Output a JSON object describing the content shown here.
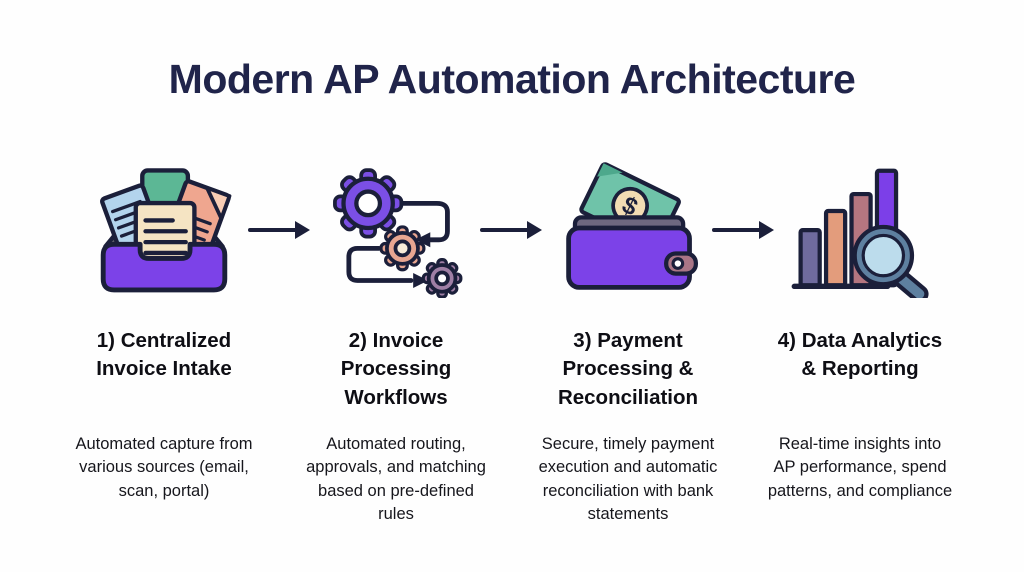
{
  "title": "Modern AP Automation Architecture",
  "colors": {
    "background": "#fefefe",
    "title_navy": "#20244a",
    "outline_navy": "#1b1f3a",
    "accent_purple": "#7c42e8",
    "teal": "#5cb795",
    "money_teal": "#6fc3a9",
    "light_blue": "#b3d4ed",
    "salmon": "#efa68f",
    "cream": "#f5e4c3",
    "mauve": "#9f7fa5",
    "clasp_mauve": "#a97586",
    "slate_bar": "#6f6b9e",
    "rose_bar": "#b57680",
    "magnifier_rim": "#5e80a0",
    "magnifier_lens": "#bcdcec"
  },
  "steps": [
    {
      "icon": "inbox-documents-icon",
      "heading": "1) Centralized\nInvoice Intake",
      "description": "Automated capture from\nvarious sources (email,\nscan, portal)"
    },
    {
      "icon": "workflow-gears-icon",
      "heading": "2) Invoice\nProcessing\nWorkflows",
      "description": "Automated routing,\napprovals, and matching\nbased on pre-defined\nrules"
    },
    {
      "icon": "wallet-money-icon",
      "heading": "3) Payment\nProcessing &\nReconciliation",
      "description": "Secure, timely payment\nexecution and automatic\nreconciliation with bank\nstatements"
    },
    {
      "icon": "analytics-magnifier-icon",
      "heading": "4) Data Analytics\n& Reporting",
      "description": "Real-time insights into\nAP performance, spend\npatterns, and compliance"
    }
  ],
  "connectors": [
    "right-arrow",
    "right-arrow",
    "right-arrow"
  ]
}
